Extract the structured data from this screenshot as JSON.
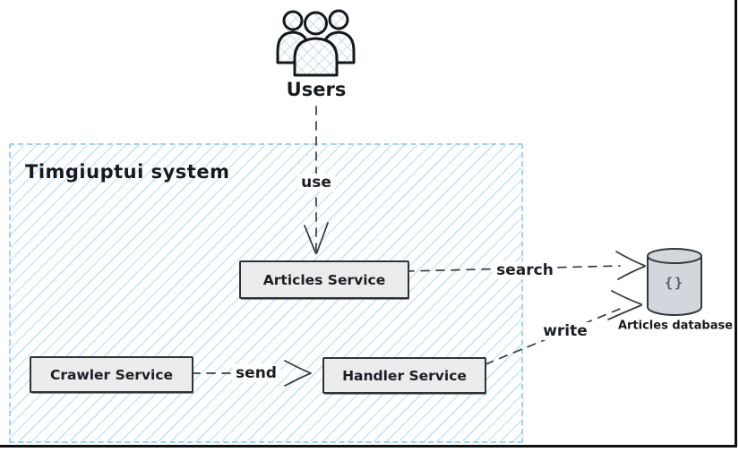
{
  "actor": {
    "label": "Users"
  },
  "system": {
    "label": "Timgiuptui system"
  },
  "nodes": {
    "articles_service": {
      "label": "Articles Service"
    },
    "crawler_service": {
      "label": "Crawler Service"
    },
    "handler_service": {
      "label": "Handler Service"
    },
    "articles_database": {
      "label": "Articles database",
      "glyph": "{}"
    }
  },
  "edges": {
    "use": {
      "label": "use",
      "from": "Users",
      "to": "Articles Service"
    },
    "search": {
      "label": "search",
      "from": "Articles Service",
      "to": "Articles database"
    },
    "send": {
      "label": "send",
      "from": "Crawler Service",
      "to": "Handler Service"
    },
    "write": {
      "label": "write",
      "from": "Handler Service",
      "to": "Articles database"
    }
  },
  "colors": {
    "system_border": "#9fd3f5",
    "system_hatch": "#92c9f0",
    "node_fill": "#ececec",
    "node_border": "#2f3338",
    "database_fill": "#d3d7dc",
    "stroke": "#3a3f44",
    "text": "#1b1f24"
  }
}
